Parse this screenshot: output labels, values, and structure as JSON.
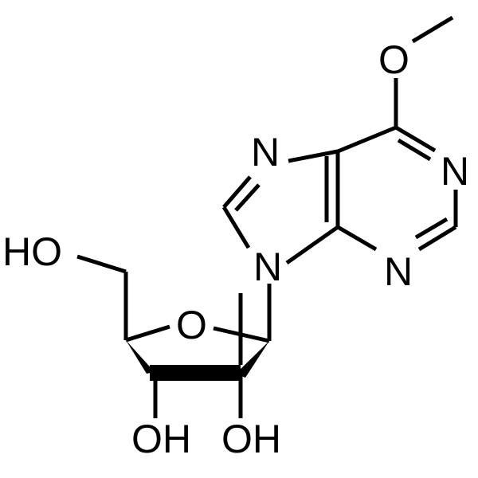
{
  "molecule": {
    "atoms": {
      "methoxy_o": "O",
      "n1": "N",
      "n3": "N",
      "n7": "N",
      "n9": "N",
      "ring_o": "O",
      "hydroxymethyl": "HO",
      "hydroxyl_c3": "OH",
      "hydroxyl_c2": "OH"
    }
  }
}
